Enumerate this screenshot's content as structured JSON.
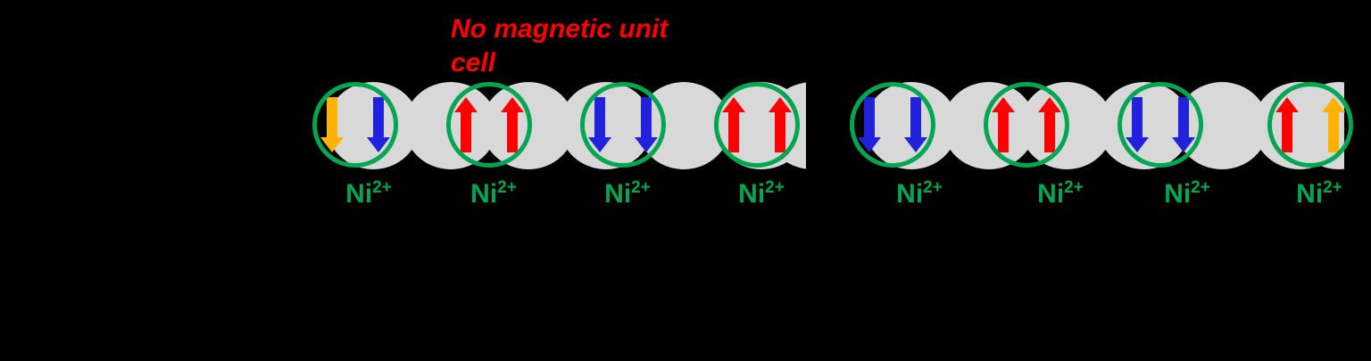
{
  "figure": {
    "background_color": "#000000",
    "annotation": {
      "text": "No magnetic unit cell",
      "color": "#FF0000"
    },
    "colors": {
      "circle_stroke": "#00A651",
      "octahedron_fill": "#D8D8D8",
      "spin_up_red": "#FF0000",
      "spin_down_blue": "#2222DD",
      "spin_orange": "#FFB300",
      "label_green": "#00A651"
    },
    "ion_label": {
      "element": "Ni",
      "charge": "2+"
    },
    "clusters": [
      {
        "name": "left-chain",
        "sites": [
          {
            "index": 1,
            "label": "Ni",
            "charge": "2+",
            "arrows": [
              {
                "direction": "down",
                "color": "#FFB300",
                "on_octahedron": false
              },
              {
                "direction": "down",
                "color": "#2222DD",
                "on_octahedron": true
              }
            ]
          },
          {
            "index": 2,
            "label": "Ni",
            "charge": "2+",
            "arrows": [
              {
                "direction": "up",
                "color": "#FF0000",
                "on_octahedron": true
              },
              {
                "direction": "up",
                "color": "#FF0000",
                "on_octahedron": true
              }
            ]
          },
          {
            "index": 3,
            "label": "Ni",
            "charge": "2+",
            "arrows": [
              {
                "direction": "down",
                "color": "#2222DD",
                "on_octahedron": true
              },
              {
                "direction": "down",
                "color": "#2222DD",
                "on_octahedron": true
              }
            ]
          },
          {
            "index": 4,
            "label": "Ni",
            "charge": "2+",
            "arrows": [
              {
                "direction": "up",
                "color": "#FF0000",
                "on_octahedron": true
              },
              {
                "direction": "up",
                "color": "#FF0000",
                "on_octahedron": true
              }
            ]
          }
        ]
      },
      {
        "name": "right-chain",
        "sites": [
          {
            "index": 5,
            "label": "Ni",
            "charge": "2+",
            "arrows": [
              {
                "direction": "down",
                "color": "#2222DD",
                "on_octahedron": true
              },
              {
                "direction": "down",
                "color": "#2222DD",
                "on_octahedron": true
              }
            ]
          },
          {
            "index": 6,
            "label": "Ni",
            "charge": "2+",
            "arrows": [
              {
                "direction": "up",
                "color": "#FF0000",
                "on_octahedron": true
              },
              {
                "direction": "up",
                "color": "#FF0000",
                "on_octahedron": true
              }
            ]
          },
          {
            "index": 7,
            "label": "Ni",
            "charge": "2+",
            "arrows": [
              {
                "direction": "down",
                "color": "#2222DD",
                "on_octahedron": true
              },
              {
                "direction": "down",
                "color": "#2222DD",
                "on_octahedron": true
              }
            ]
          },
          {
            "index": 8,
            "label": "Ni",
            "charge": "2+",
            "arrows": [
              {
                "direction": "up",
                "color": "#FF0000",
                "on_octahedron": true
              },
              {
                "direction": "up",
                "color": "#FFB300",
                "on_octahedron": false
              }
            ]
          }
        ]
      }
    ]
  }
}
